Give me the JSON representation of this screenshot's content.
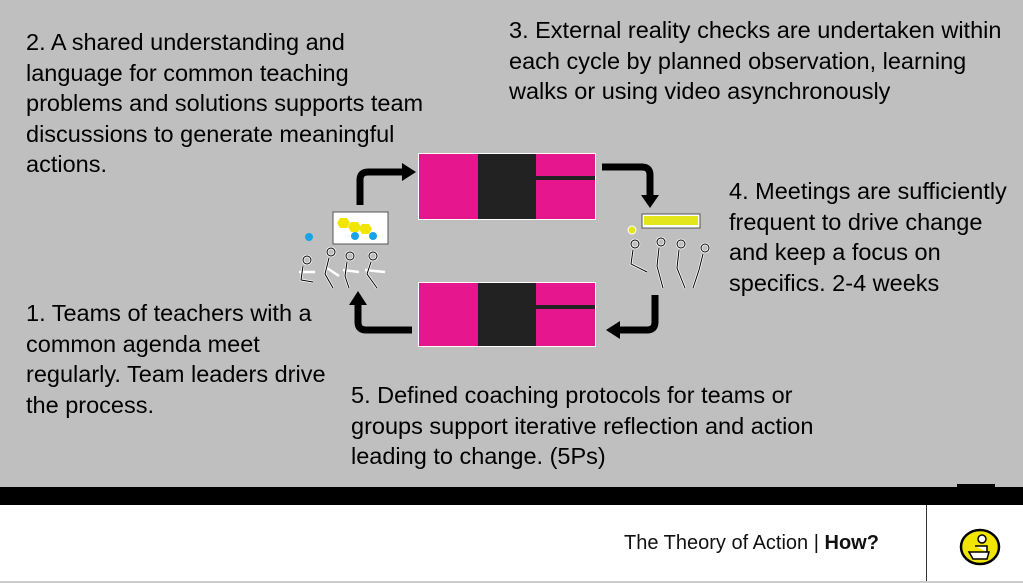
{
  "slide": {
    "point_1": "1. Teams of teachers with a common agenda meet regularly. Team leaders drive the process.",
    "point_2": "2.  A shared understanding and language for common teaching problems and solutions supports team discussions to generate meaningful actions.",
    "point_3": "3. External reality checks are undertaken within each cycle by planned observation, learning walks or using video asynchronously",
    "point_4": "4. Meetings are sufficiently frequent to drive change and keep a focus on specifics.  2-4 weeks",
    "point_5": "5. Defined coaching protocols for teams or groups support iterative reflection and action leading to change. (5Ps)"
  },
  "footer": {
    "title": "The Theory of Action",
    "separator": " | ",
    "subtitle": "How?"
  },
  "colors": {
    "background": "#bfbfbf",
    "accent_pink": "#e6168f",
    "accent_yellow": "#f2e600",
    "accent_blue": "#1aa3e8"
  }
}
